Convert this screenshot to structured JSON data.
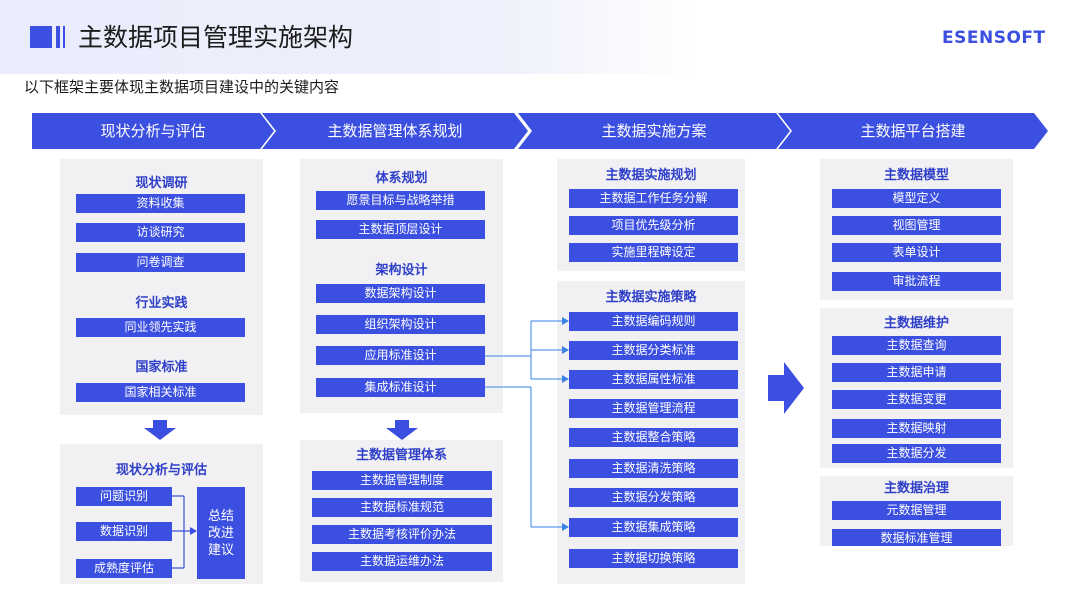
{
  "header": {
    "title": "主数据项目管理实施架构",
    "brand": "ESENSOFT"
  },
  "subtitle": "以下框架主要体现主数据项目建设中的关键内容",
  "phases": [
    "现状分析与评估",
    "主数据管理体系规划",
    "主数据实施方案",
    "主数据平台搭建"
  ],
  "col1": {
    "research": {
      "title": "现状调研",
      "items": [
        "资料收集",
        "访谈研究",
        "问卷调查"
      ]
    },
    "industry": {
      "title": "行业实践",
      "items": [
        "同业领先实践"
      ]
    },
    "national": {
      "title": "国家标准",
      "items": [
        "国家相关标准"
      ]
    },
    "assessment": {
      "title": "现状分析与评估",
      "items": [
        "问题识别",
        "数据识别",
        "成熟度评估"
      ],
      "summary": "总结\n改进\n建议"
    }
  },
  "col2": {
    "system_planning": {
      "title": "体系规划",
      "items": [
        "愿景目标与战略举措",
        "主数据顶层设计"
      ]
    },
    "architecture": {
      "title": "架构设计",
      "items": [
        "数据架构设计",
        "组织架构设计",
        "应用标准设计",
        "集成标准设计"
      ]
    },
    "management_system": {
      "title": "主数据管理体系",
      "items": [
        "主数据管理制度",
        "主数据标准规范",
        "主数据考核评价办法",
        "主数据运维办法"
      ]
    }
  },
  "col3": {
    "impl_planning": {
      "title": "主数据实施规划",
      "items": [
        "主数据工作任务分解",
        "项目优先级分析",
        "实施里程碑设定"
      ]
    },
    "impl_strategy": {
      "title": "主数据实施策略",
      "items": [
        "主数据编码规则",
        "主数据分类标准",
        "主数据属性标准",
        "主数据管理流程",
        "主数据整合策略",
        "主数据清洗策略",
        "主数据分发策略",
        "主数据集成策略",
        "主数据切换策略"
      ]
    }
  },
  "col4": {
    "model": {
      "title": "主数据模型",
      "items": [
        "模型定义",
        "视图管理",
        "表单设计",
        "审批流程"
      ]
    },
    "maintenance": {
      "title": "主数据维护",
      "items": [
        "主数据查询",
        "主数据申请",
        "主数据变更",
        "主数据映射",
        "主数据分发"
      ]
    },
    "governance": {
      "title": "主数据治理",
      "items": [
        "元数据管理",
        "数据标准管理"
      ]
    }
  },
  "colors": {
    "accent": "#3b4fe0",
    "panel": "#f1f1f3",
    "section_title": "#2f3fc9"
  }
}
